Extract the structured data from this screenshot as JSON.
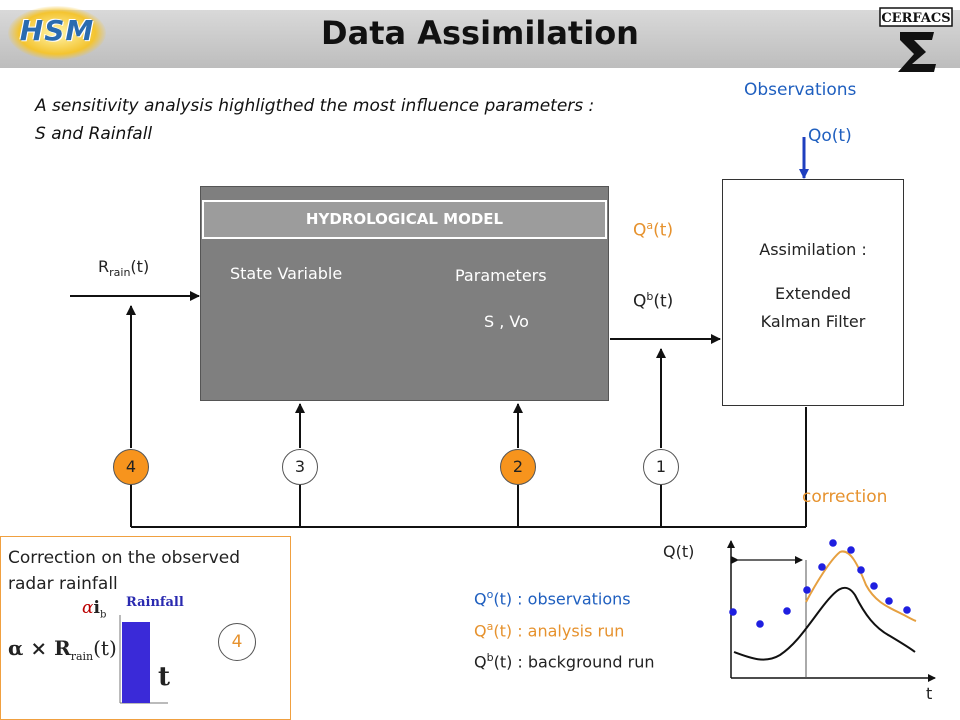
{
  "header": {
    "title": "Data Assimilation",
    "logo_left_text": "HSM",
    "logo_right_text": "CERFACS"
  },
  "intro": {
    "line1": "A sensitivity analysis highligthed the most influence parameters :",
    "line2": "S and Rainfall"
  },
  "observations": {
    "label": "Observations",
    "qo": "Qo(t)"
  },
  "model": {
    "header": "HYDROLOGICAL MODEL",
    "state_variable": "State Variable",
    "parameters": "Parameters",
    "params_value": "S , Vo"
  },
  "inputs": {
    "rain_base": "R",
    "rain_sub": "rain",
    "rain_tail": "(t)"
  },
  "flows": {
    "qa_base": "Q",
    "qa_sup": "a",
    "qa_tail": "(t)",
    "qb_base": "Q",
    "qb_sup": "b",
    "qb_tail": "(t)"
  },
  "assimilation": {
    "line1": "Assimilation :",
    "line2": "Extended",
    "line3": "Kalman Filter"
  },
  "circles": [
    {
      "label": "4",
      "highlight": true
    },
    {
      "label": "3",
      "highlight": false
    },
    {
      "label": "2",
      "highlight": true
    },
    {
      "label": "1",
      "highlight": false
    }
  ],
  "correction_label": "correction",
  "correction_panel": {
    "line1": "Correction on the observed",
    "line2": "radar rainfall",
    "rainfall_label": "Rainfall",
    "formula_alpha": "α × R",
    "formula_sub": "rain",
    "formula_tail": "(t)",
    "ib_label": "i",
    "ib_sub": "b",
    "t_label": "t",
    "circle_label": "4"
  },
  "legend": [
    {
      "base": "Q",
      "sup": "o",
      "text": "(t)  : observations",
      "color": "#1f5fbf"
    },
    {
      "base": "Q",
      "sup": "a",
      "text": "(t)  : analysis run",
      "color": "#e6922e"
    },
    {
      "base": "Q",
      "sup": "b",
      "text": "(t)  : background run",
      "color": "#222222"
    }
  ],
  "mini_chart": {
    "ylabel": "Q(t)",
    "xlabel": "t"
  },
  "colors": {
    "accent_blue": "#1f5fbf",
    "accent_orange": "#f7941d",
    "model_gray": "#7f7f7f",
    "title_bar": "#c8c8c8"
  }
}
